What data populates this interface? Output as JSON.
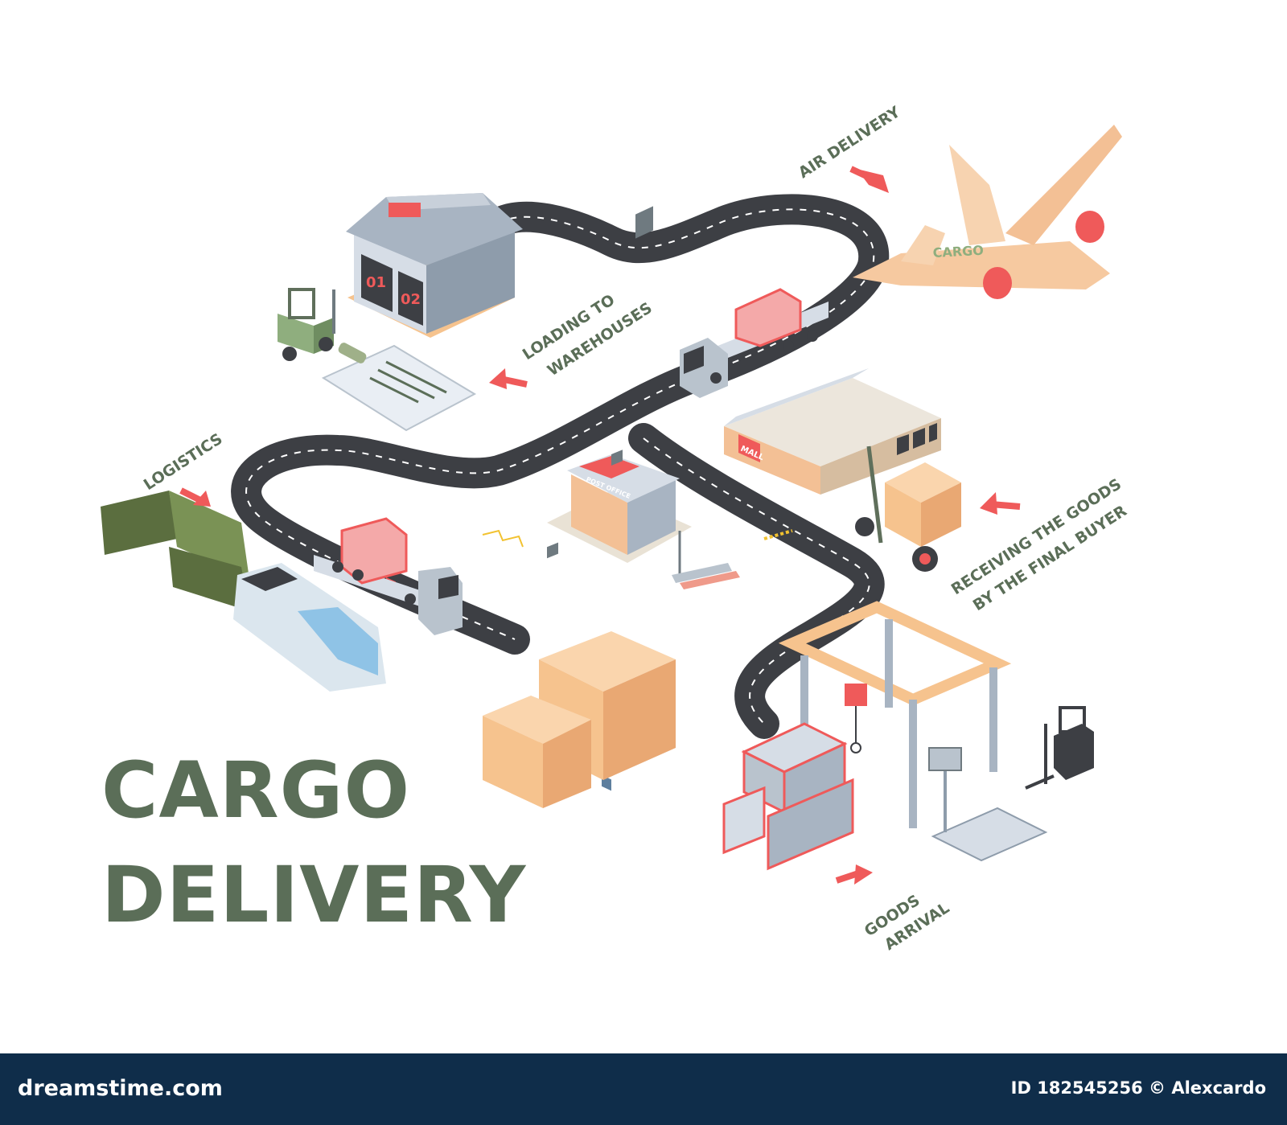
{
  "title": {
    "line1": "CARGO",
    "line2": "DELIVERY"
  },
  "steps": {
    "air_delivery": "AIR DELIVERY",
    "loading_line1": "LOADING TO",
    "loading_line2": "WAREHOUSES",
    "logistics": "LOGISTICS",
    "receiving_line1": "RECEIVING THE GOODS",
    "receiving_line2": "BY THE FINAL BUYER",
    "goods_line1": "GOODS",
    "goods_line2": "ARRIVAL"
  },
  "signs": {
    "plane": "CARGO",
    "post_office": "POST OFFICE",
    "mall": "MALL",
    "dock_1": "01",
    "dock_2": "02"
  },
  "footer": {
    "site": "dreamstime.com",
    "credit": "ID 182545256 © Alexcardo"
  },
  "colors": {
    "text_green": "#5b6e58",
    "arrow_red": "#ef5a5a",
    "road": "#3d3f44",
    "box": "#f6c38e",
    "footer_bg": "#0f2d4a"
  }
}
